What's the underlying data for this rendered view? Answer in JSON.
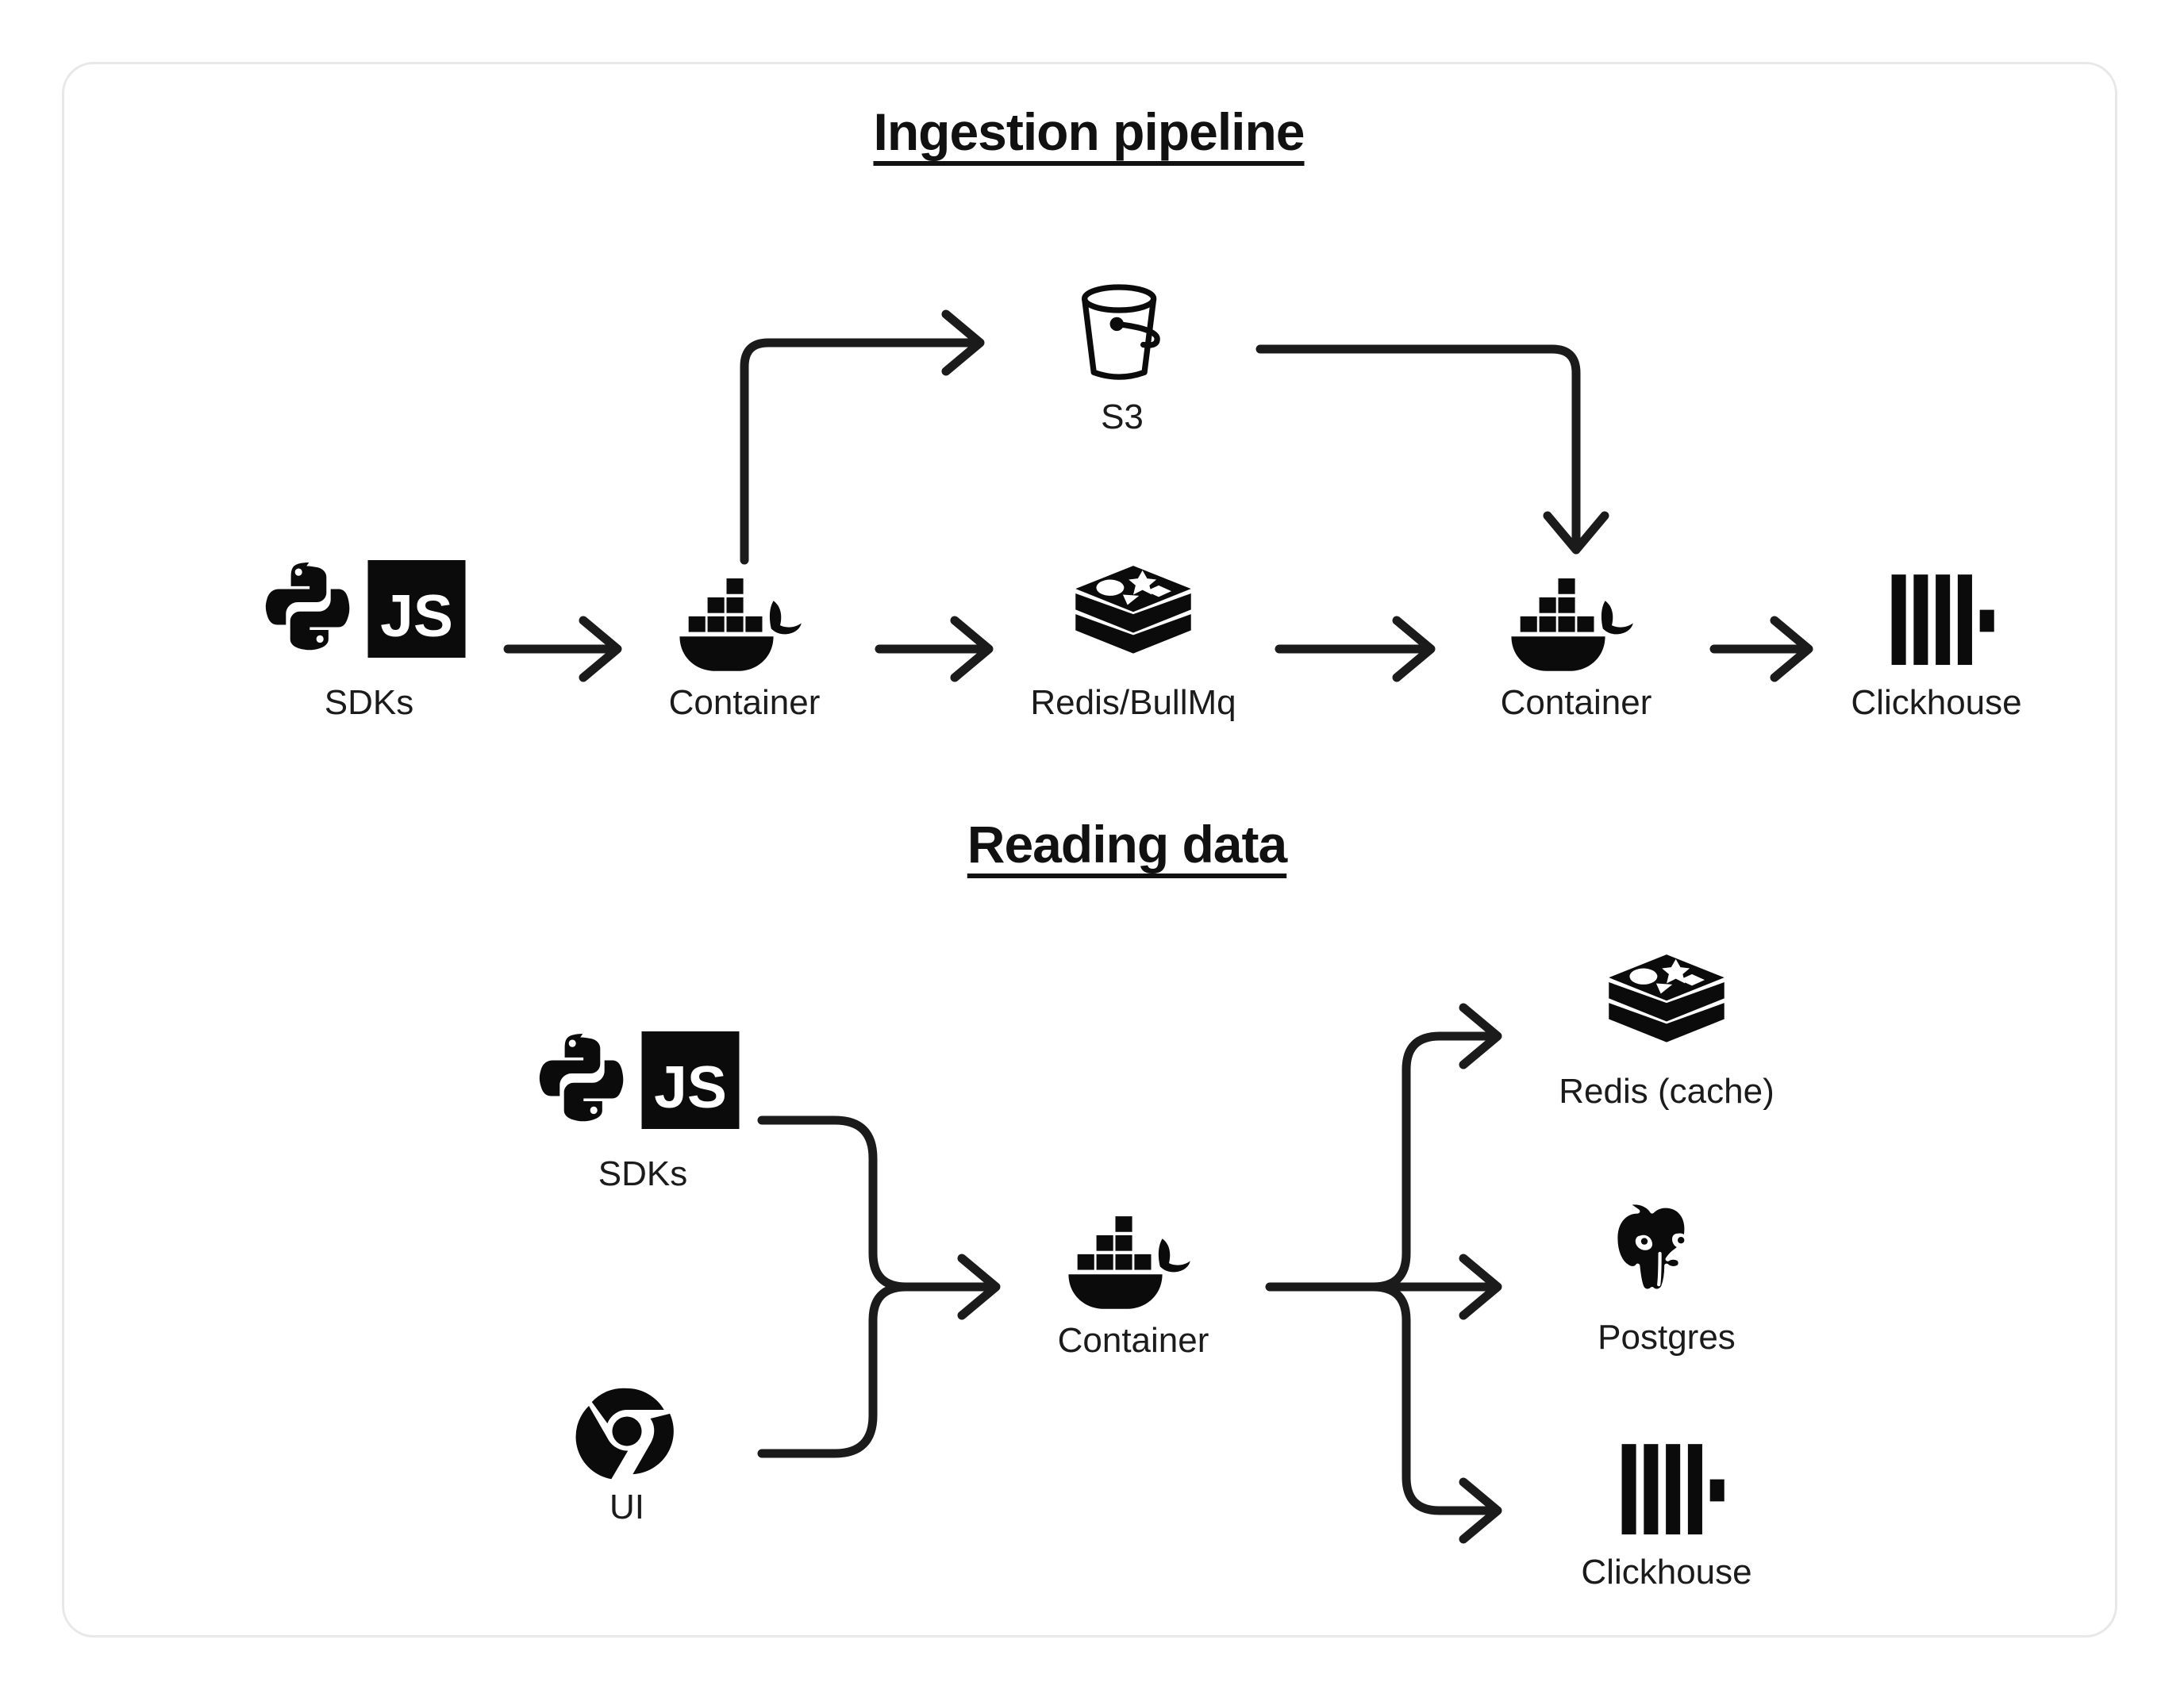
{
  "diagram": {
    "title_ingestion": "Ingestion pipeline",
    "title_reading": "Reading data",
    "ingestion": {
      "nodes": [
        {
          "id": "sdks",
          "label": "SDKs",
          "icon": "python-js-sdk-icon"
        },
        {
          "id": "container-1",
          "label": "Container",
          "icon": "docker-whale-icon"
        },
        {
          "id": "s3",
          "label": "S3",
          "icon": "s3-bucket-icon"
        },
        {
          "id": "redis",
          "label": "Redis/BullMq",
          "icon": "redis-stack-icon"
        },
        {
          "id": "container-2",
          "label": "Container",
          "icon": "docker-whale-icon"
        },
        {
          "id": "clickhouse",
          "label": "Clickhouse",
          "icon": "clickhouse-bars-icon"
        }
      ],
      "edges": [
        {
          "from": "sdks",
          "to": "container-1",
          "style": "straight-arrow"
        },
        {
          "from": "container-1",
          "to": "s3",
          "style": "elbow-up-right-arrow"
        },
        {
          "from": "container-1",
          "to": "redis",
          "style": "straight-arrow"
        },
        {
          "from": "s3",
          "to": "container-2",
          "style": "elbow-right-down-arrow"
        },
        {
          "from": "redis",
          "to": "container-2",
          "style": "straight-arrow"
        },
        {
          "from": "container-2",
          "to": "clickhouse",
          "style": "straight-arrow"
        }
      ]
    },
    "reading": {
      "nodes": [
        {
          "id": "sdks",
          "label": "SDKs",
          "icon": "python-js-sdk-icon"
        },
        {
          "id": "ui",
          "label": "UI",
          "icon": "chrome-browser-icon"
        },
        {
          "id": "container",
          "label": "Container",
          "icon": "docker-whale-icon"
        },
        {
          "id": "redis",
          "label": "Redis (cache)",
          "icon": "redis-stack-icon"
        },
        {
          "id": "postgres",
          "label": "Postgres",
          "icon": "postgres-elephant-icon"
        },
        {
          "id": "clickhouse",
          "label": "Clickhouse",
          "icon": "clickhouse-bars-icon"
        }
      ],
      "edges": [
        {
          "from": "sdks",
          "to": "container",
          "style": "merge-arrow"
        },
        {
          "from": "ui",
          "to": "container",
          "style": "merge-arrow"
        },
        {
          "from": "container",
          "to": "redis",
          "style": "fan-up-arrow"
        },
        {
          "from": "container",
          "to": "postgres",
          "style": "fan-straight-arrow"
        },
        {
          "from": "container",
          "to": "clickhouse",
          "style": "fan-down-arrow"
        }
      ]
    }
  },
  "colors": {
    "ink": "#1b1b1b",
    "card_border": "#e8e8e8",
    "background": "#ffffff"
  }
}
